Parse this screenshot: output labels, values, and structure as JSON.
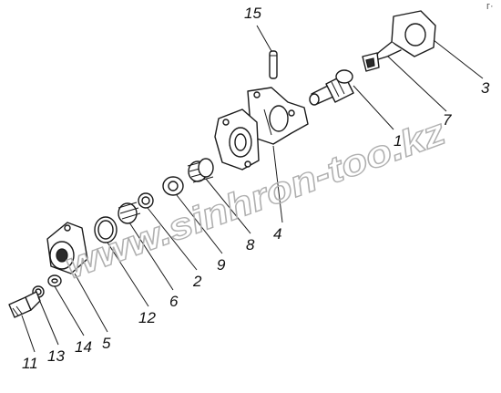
{
  "watermark": "www.sinhron-too.kz",
  "corner_mark": "г·",
  "callouts": [
    {
      "id": "15",
      "label": "15"
    },
    {
      "id": "3",
      "label": "3"
    },
    {
      "id": "7",
      "label": "7"
    },
    {
      "id": "1",
      "label": "1"
    },
    {
      "id": "4",
      "label": "4"
    },
    {
      "id": "8",
      "label": "8"
    },
    {
      "id": "9",
      "label": "9"
    },
    {
      "id": "2",
      "label": "2"
    },
    {
      "id": "6",
      "label": "6"
    },
    {
      "id": "12",
      "label": "12"
    },
    {
      "id": "5",
      "label": "5"
    },
    {
      "id": "14",
      "label": "14"
    },
    {
      "id": "13",
      "label": "13"
    },
    {
      "id": "11",
      "label": "11"
    }
  ],
  "colors": {
    "ink": "#1a1a1a",
    "watermark": "#b0b0b0",
    "background": "#ffffff"
  }
}
